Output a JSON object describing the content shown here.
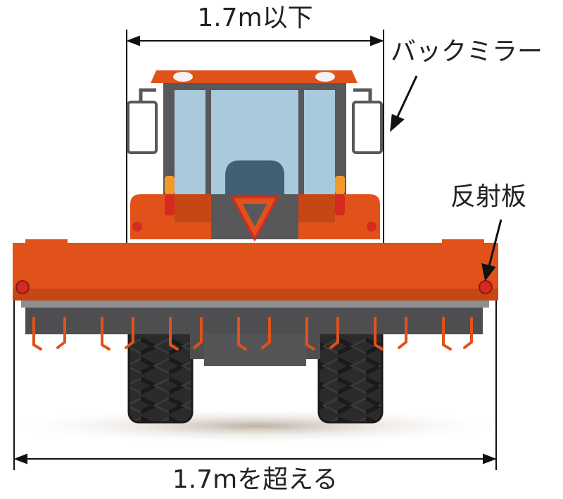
{
  "labels": {
    "top_width": "1.7m以下",
    "mirror": "バックミラー",
    "reflector": "反射板",
    "bottom_width": "1.7mを超える"
  },
  "colors": {
    "body_orange": "#e0521a",
    "dark_orange": "#c64714",
    "cab_frame": "#58585a",
    "glass": "#a9c9dc",
    "tire": "#2b2b2b",
    "rotor_bar": "#8d8f92",
    "reflector_red": "#d42a22",
    "line": "#111111"
  },
  "icons": [
    "tractor-rear-illustration",
    "arrow-icon",
    "dimension-line"
  ]
}
